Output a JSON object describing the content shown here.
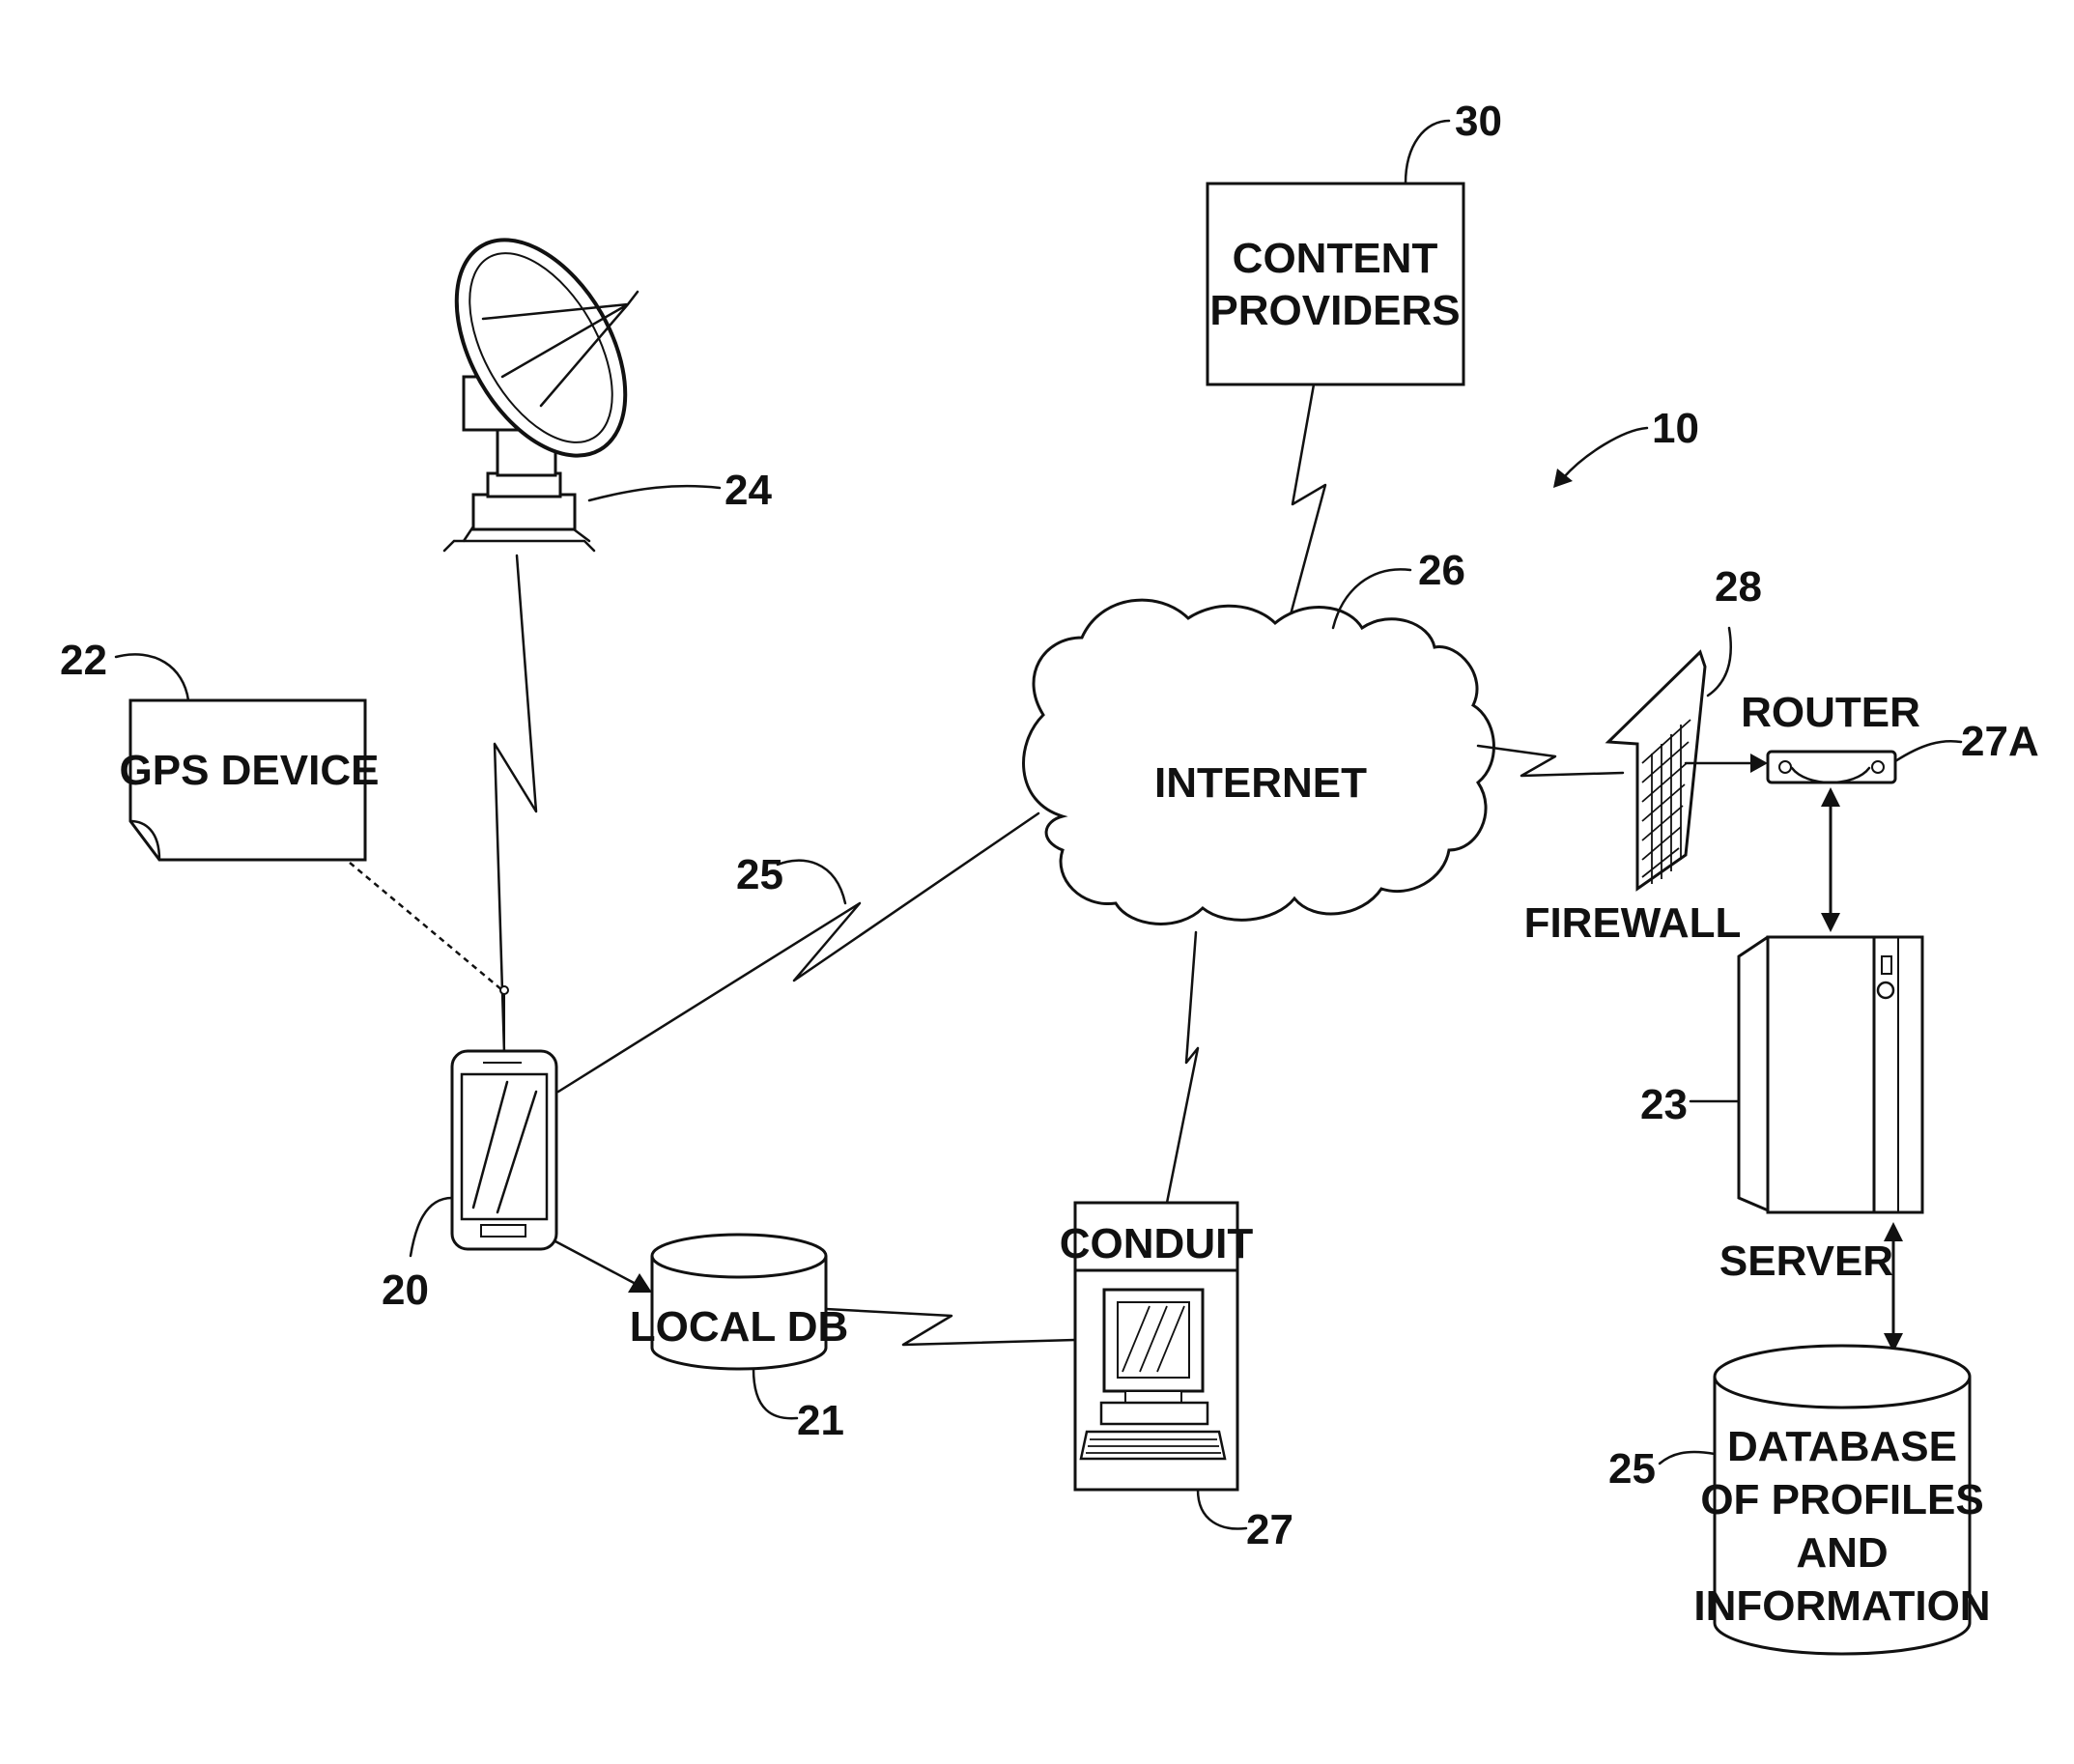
{
  "labels": {
    "content_providers_line1": "CONTENT",
    "content_providers_line2": "PROVIDERS",
    "gps_device": "GPS DEVICE",
    "internet": "INTERNET",
    "firewall": "FIREWALL",
    "router": "ROUTER",
    "server": "SERVER",
    "local_db": "LOCAL DB",
    "conduit": "CONDUIT",
    "database_line1": "DATABASE",
    "database_line2": "OF PROFILES",
    "database_line3": "AND",
    "database_line4": "INFORMATION"
  },
  "refs": {
    "system": "10",
    "phone": "20",
    "local_db": "21",
    "gps": "22",
    "server": "23",
    "satellite": "24",
    "wireless": "25",
    "database": "25",
    "internet": "26",
    "conduit": "27",
    "router": "27A",
    "firewall": "28",
    "content_providers": "30"
  },
  "icons": [
    "satellite-dish-icon",
    "smartphone-icon",
    "cloud-icon",
    "firewall-icon",
    "router-icon",
    "server-icon",
    "database-icon",
    "computer-icon"
  ]
}
